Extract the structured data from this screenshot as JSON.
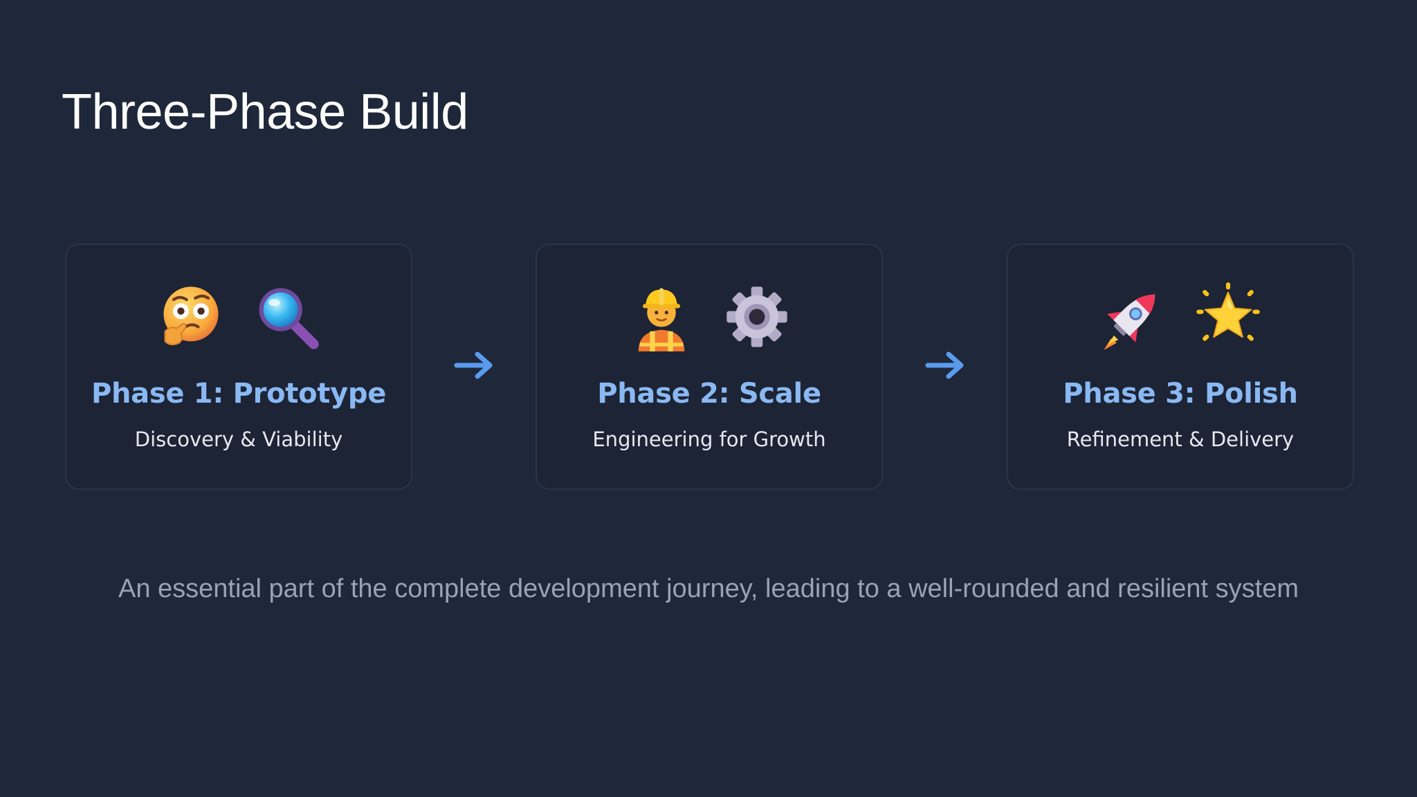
{
  "slide": {
    "title": "Three-Phase Build",
    "phases": [
      {
        "title": "Phase 1: Prototype",
        "subtitle": "Discovery & Viability",
        "icons": [
          "thinking-face-icon",
          "magnifying-glass-icon"
        ]
      },
      {
        "title": "Phase 2: Scale",
        "subtitle": "Engineering for Growth",
        "icons": [
          "construction-worker-icon",
          "gear-icon"
        ]
      },
      {
        "title": "Phase 3: Polish",
        "subtitle": "Refinement & Delivery",
        "icons": [
          "rocket-icon",
          "glowing-star-icon"
        ]
      }
    ],
    "connector_icon": "right-arrow-icon",
    "footer": "An essential part of the complete development journey, leading to a well-rounded and resilient system"
  },
  "colors": {
    "background": "#1f283a",
    "card_background": "#1c2435",
    "card_border": "#2c3548",
    "phase_title": "#8ab8f2",
    "arrow": "#5b9bee",
    "footer_text": "#98a3b6"
  }
}
